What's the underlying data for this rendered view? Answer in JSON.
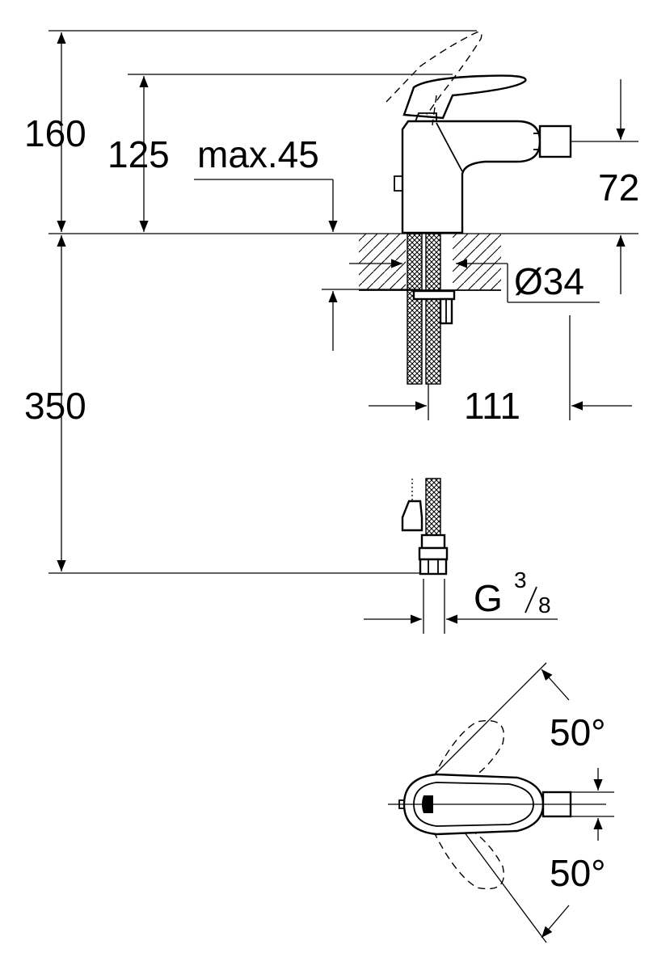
{
  "dimensions": {
    "height_total": "160",
    "height_spout": "125",
    "max_deck": "max.45",
    "outlet_height": "72",
    "hole_diameter": "Ø34",
    "below_deck": "350",
    "projection": "111",
    "connection_main": "G",
    "connection_num": "3",
    "connection_den": "8",
    "swivel_upper": "50°",
    "swivel_lower": "50°"
  }
}
